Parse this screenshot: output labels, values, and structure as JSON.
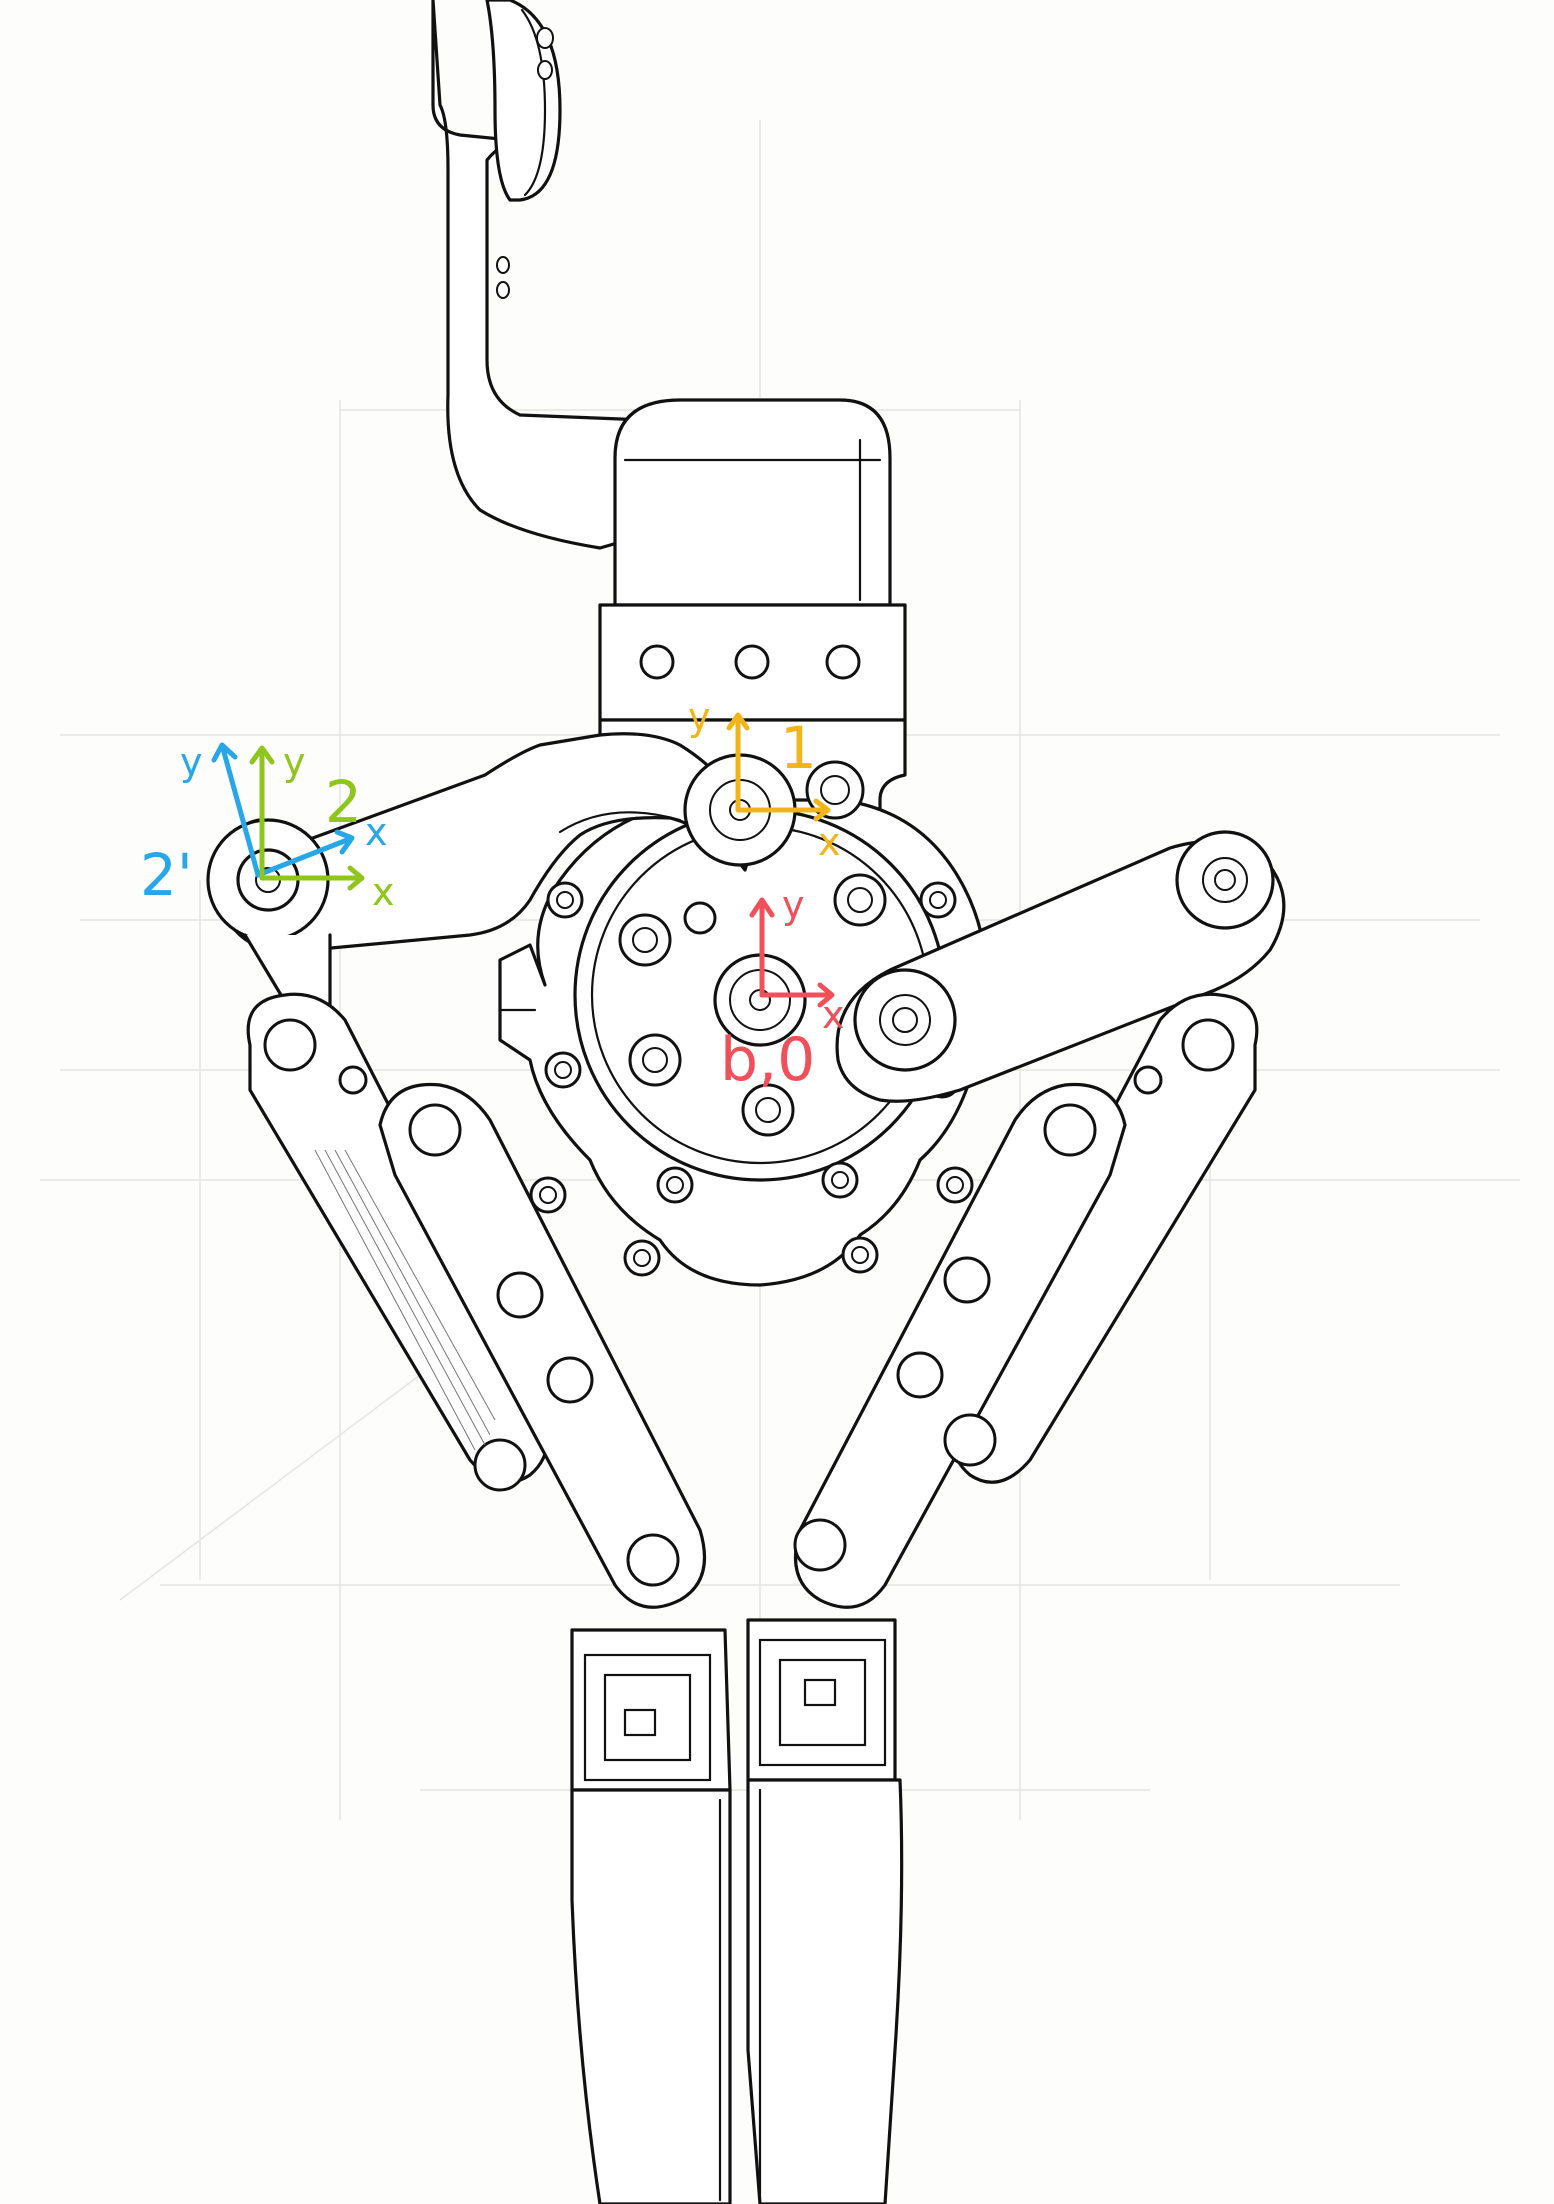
{
  "colors": {
    "frame_1": "#f2b519",
    "frame_2": "#8fc61d",
    "frame_2_prime": "#27a6e8",
    "frame_b0": "#f0505a",
    "line_art": "#111111",
    "background": "#fdfdfb"
  },
  "frames": {
    "one": {
      "name": "1",
      "x_label": "x",
      "y_label": "y"
    },
    "two": {
      "name": "2",
      "x_label": "x",
      "y_label": "y"
    },
    "two_prime": {
      "name": "2'",
      "x_label": "x",
      "y_label": "y"
    },
    "b0": {
      "name": "b,0",
      "x_label": "x",
      "y_label": "y"
    }
  }
}
